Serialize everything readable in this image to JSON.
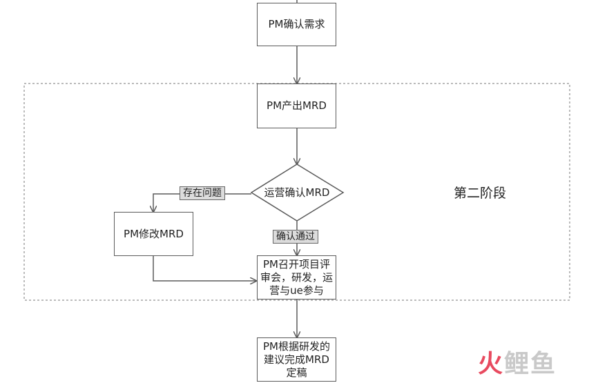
{
  "nodes": {
    "confirm_requirement": "PM确认需求",
    "produce_mrd": "PM产出MRD",
    "ops_confirm_mrd": "运营确认MRD",
    "modify_mrd": "PM修改MRD",
    "review_meeting": "PM召开项目评审会，研发，运营与ue参与",
    "finalize_mrd": "PM根据研发的建议完成MRD定稿"
  },
  "edge_labels": {
    "has_issues": "存在问题",
    "confirmed_pass": "确认通过"
  },
  "stage_label": "第二阶段",
  "watermark": {
    "part1": "火",
    "part2": "鲤鱼"
  },
  "colors": {
    "line": "#5a5a5a",
    "label_bg": "#dcdcdc",
    "watermark_accent": "#e84a5f"
  }
}
